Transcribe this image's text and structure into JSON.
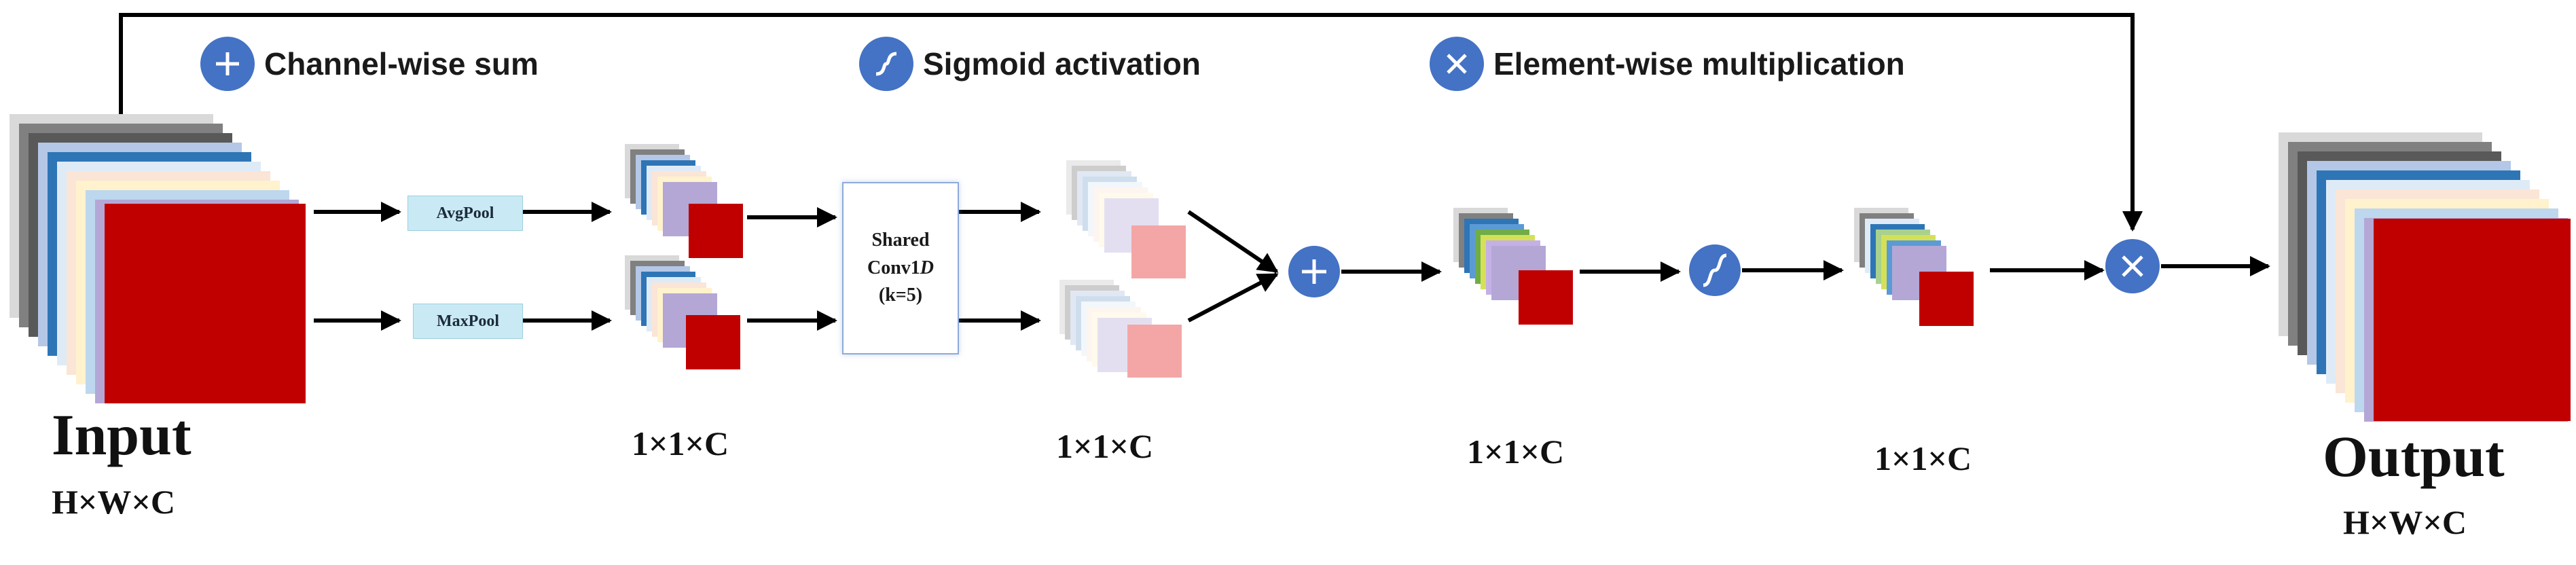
{
  "legend": {
    "sum": "Channel-wise sum",
    "sigmoid": "Sigmoid activation",
    "multiply": "Element-wise multiplication"
  },
  "input": {
    "title": "Input",
    "dims": "H×W×C"
  },
  "output": {
    "title": "Output",
    "dims": "H×W×C"
  },
  "pools": {
    "avg": "AvgPool",
    "max": "MaxPool"
  },
  "conv": {
    "line1": "Shared",
    "line2_prefix": "Conv1",
    "line2_italic": "D",
    "line3": "(k=5)"
  },
  "dims": {
    "pooled": "1×1×C",
    "conv_out": "1×1×C",
    "summed": "1×1×C",
    "activated": "1×1×C"
  },
  "colors": {
    "operator": "#4472C4",
    "pool_fill": "#c9eaf4",
    "feature_red": "#c00000",
    "attention_pink": "#f4a6a6"
  },
  "icons": {
    "sum": "plus-circle-icon",
    "sigmoid": "sigmoid-circle-icon",
    "multiply": "times-circle-icon"
  }
}
